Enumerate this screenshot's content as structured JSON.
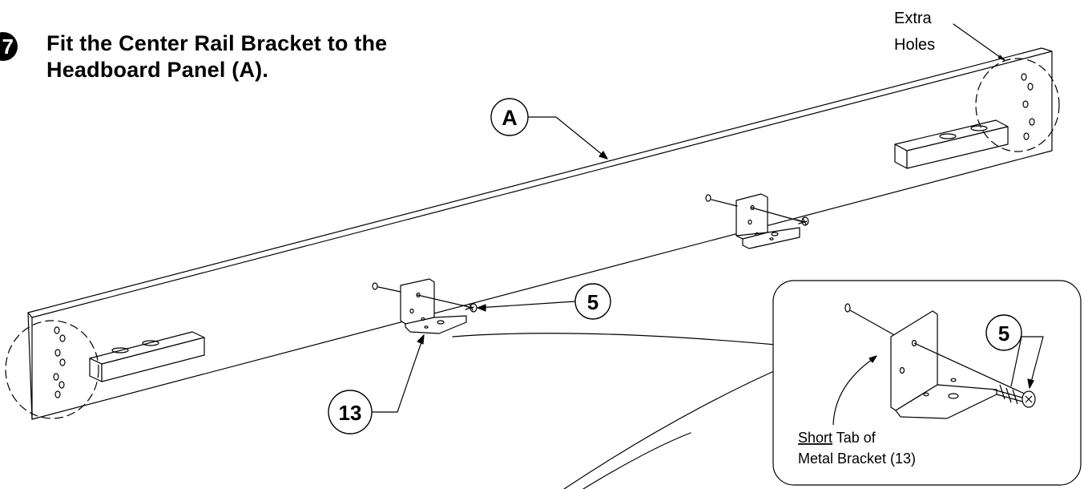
{
  "step": {
    "number": "7",
    "title_line1": "Fit the Center Rail Bracket to the",
    "title_line2": "Headboard Panel (A)."
  },
  "labels": {
    "extra_line1": "Extra",
    "extra_line2": "Holes",
    "part_a": "A",
    "part_5_main": "5",
    "part_13": "13",
    "part_5_detail": "5"
  },
  "detail": {
    "caption_underlined": "Short",
    "caption_line1_rest": " Tab of",
    "caption_line2": "Metal Bracket (13)"
  }
}
